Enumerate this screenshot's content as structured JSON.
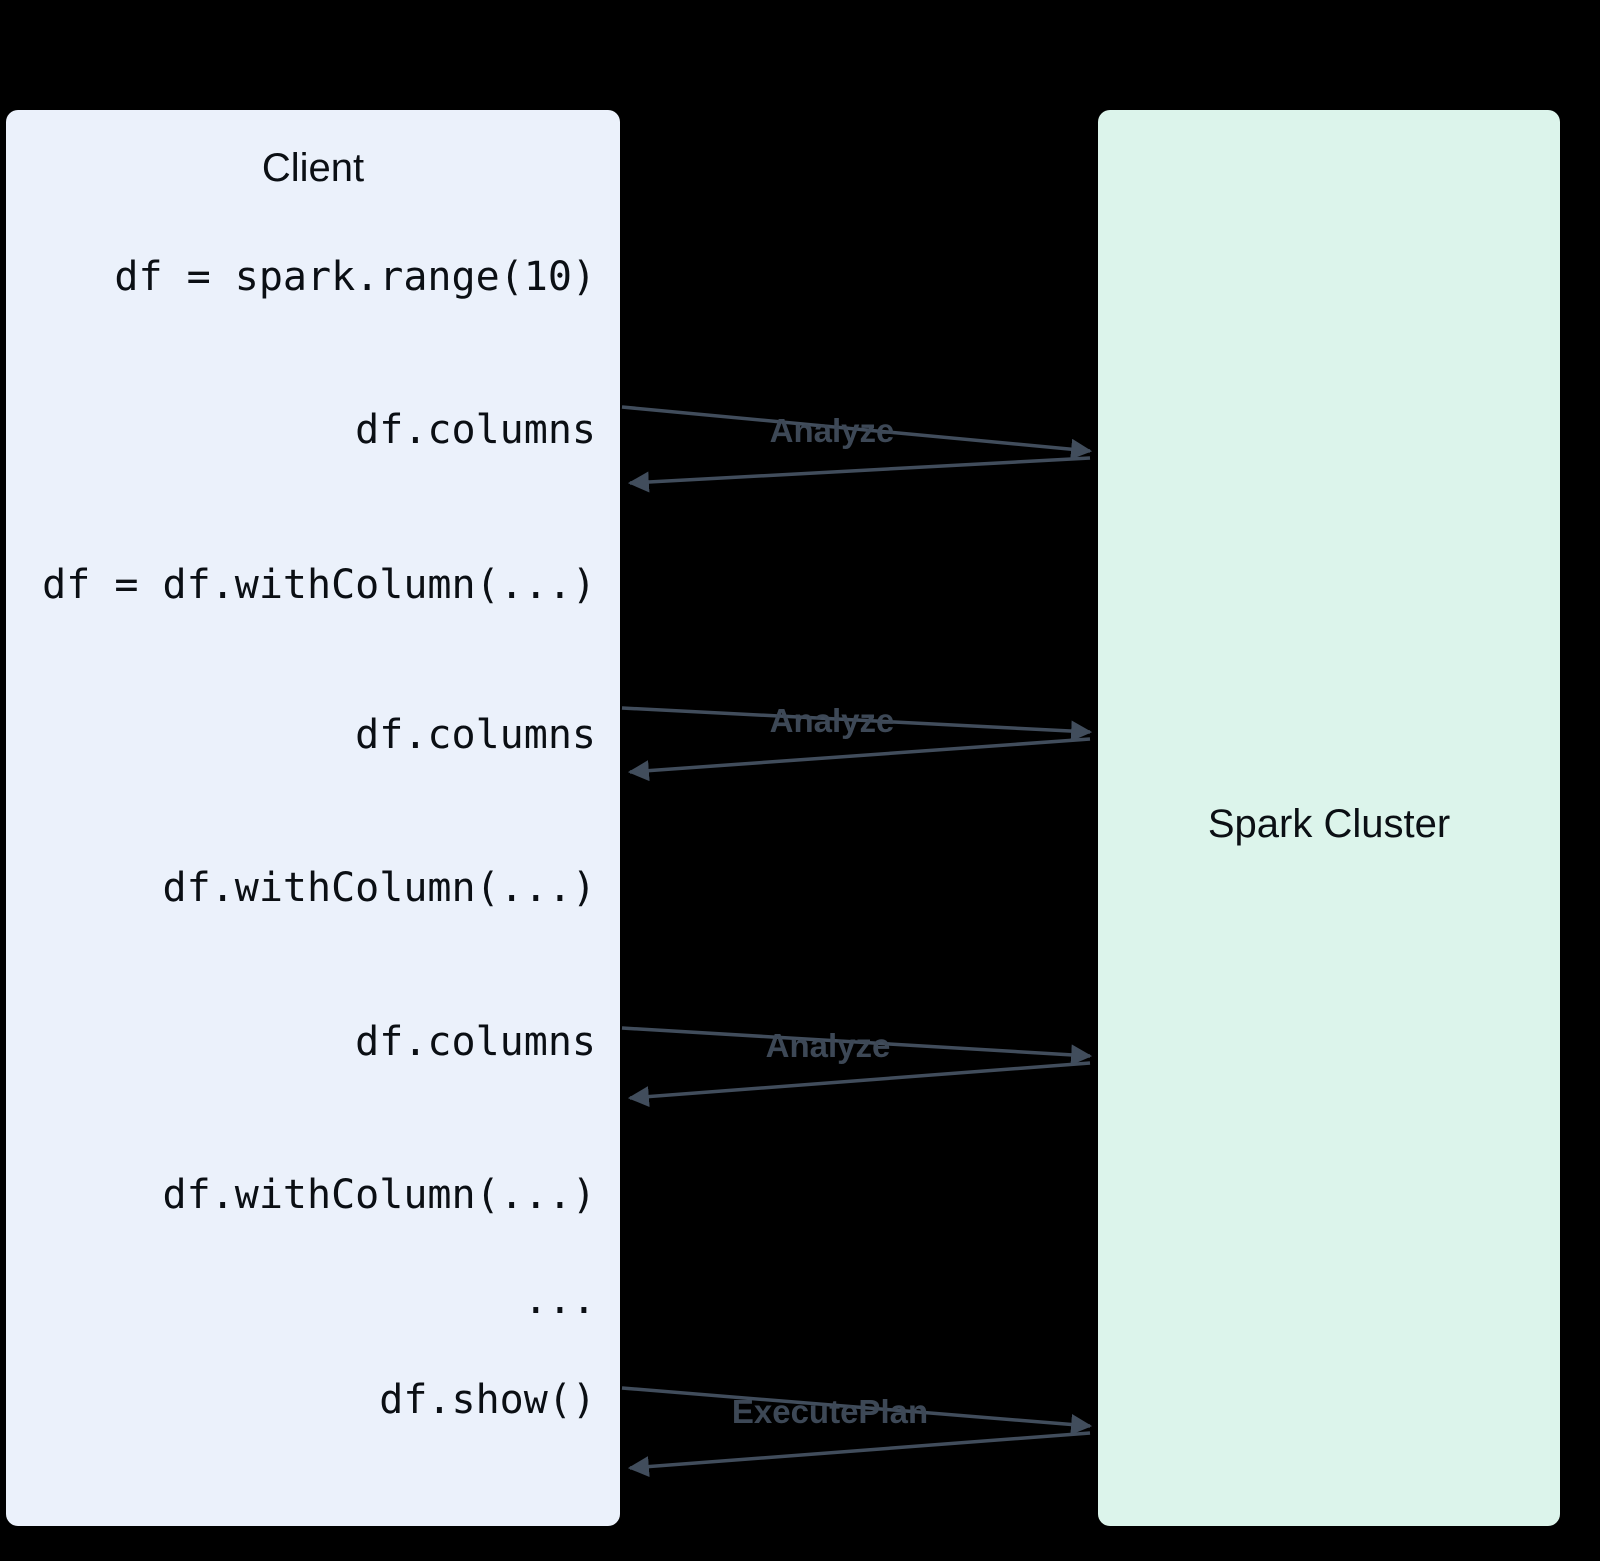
{
  "client": {
    "title": "Client",
    "lines": [
      "df = spark.range(10)",
      "df.columns",
      "df = df.withColumn(...)",
      "df.columns",
      "df.withColumn(...)",
      "df.columns",
      "df.withColumn(...)",
      "...",
      "df.show()"
    ]
  },
  "cluster": {
    "title": "Spark Cluster"
  },
  "interactions": [
    {
      "label": "Analyze"
    },
    {
      "label": "Analyze"
    },
    {
      "label": "Analyze"
    },
    {
      "label": "ExecutePlan"
    }
  ],
  "colors": {
    "background": "#000000",
    "client_box": "#EBF1FB",
    "cluster_box": "#DCF4EB",
    "arrow": "#414D5C",
    "label": "#3D4856",
    "text": "#0b0f14"
  }
}
